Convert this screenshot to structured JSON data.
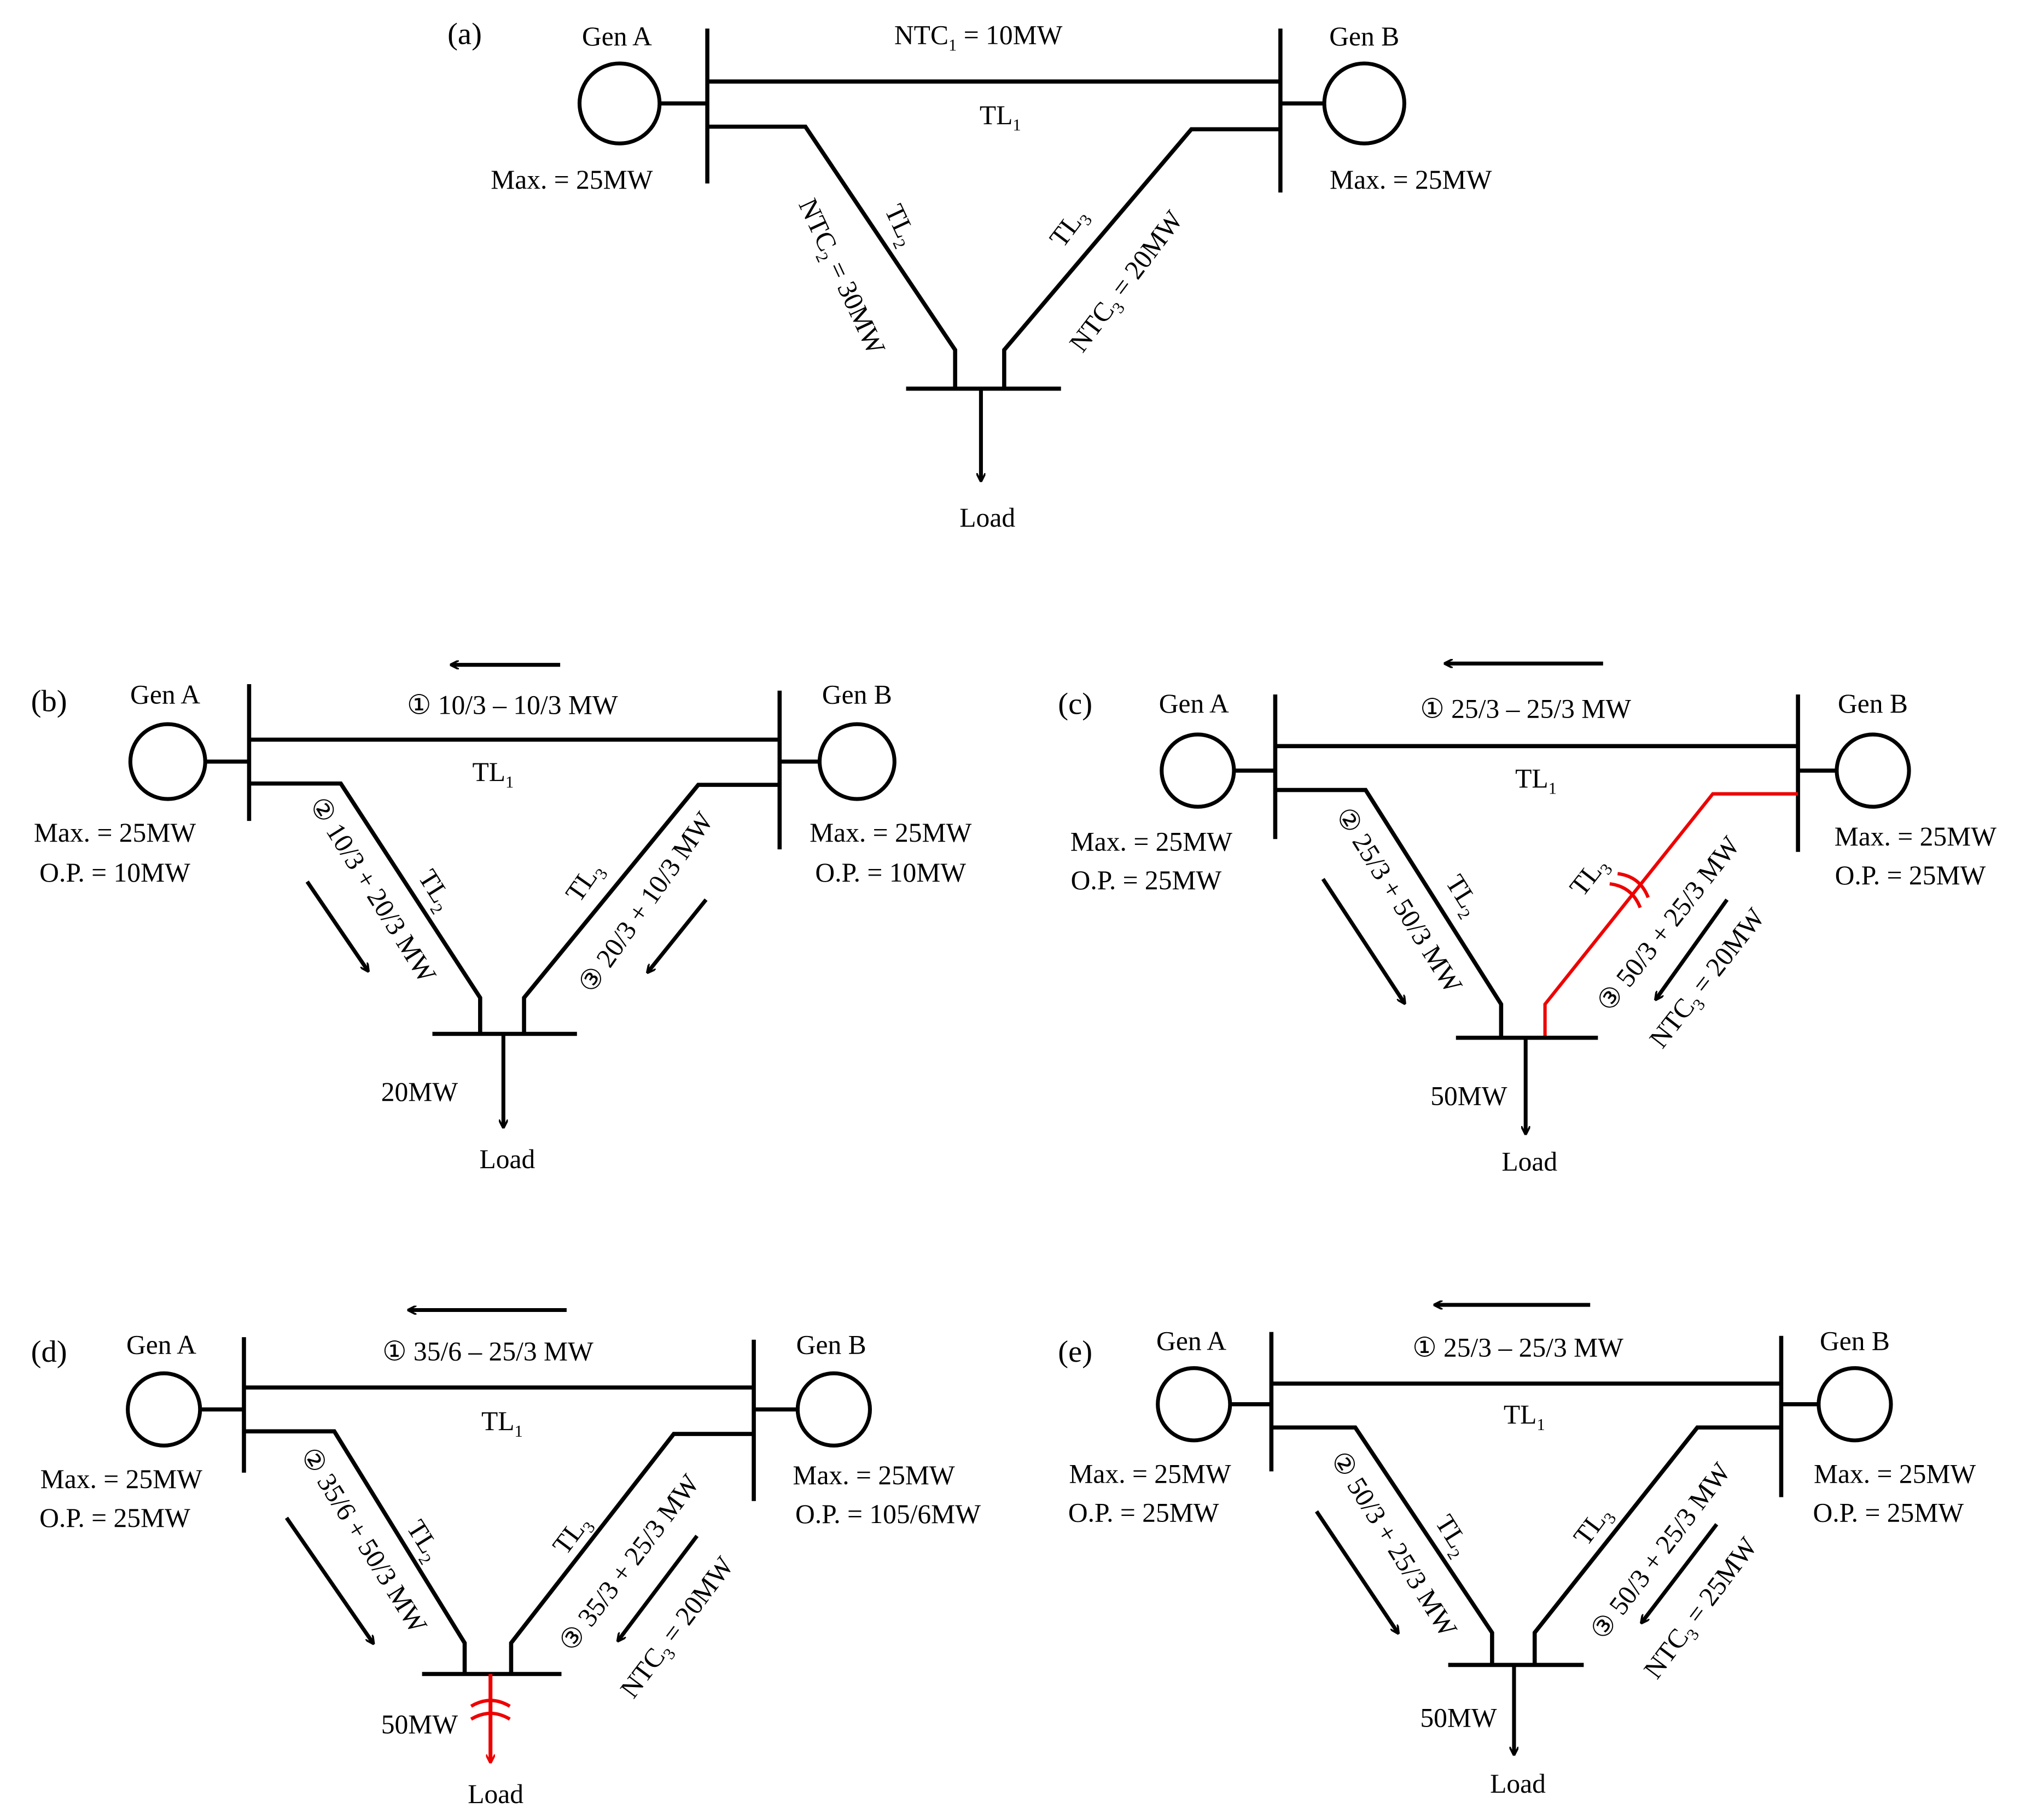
{
  "colors": {
    "line": "#000000",
    "congested": "#ee0000",
    "updated_ntc": "#0077cc"
  },
  "panels": [
    {
      "id": "a",
      "label": "(a)",
      "gen_a": {
        "name": "Gen A",
        "max": "Max. = 25MW"
      },
      "gen_b": {
        "name": "Gen B",
        "max": "Max. = 25MW"
      },
      "tl1": {
        "name": "TL",
        "sub": "1",
        "ntc_pre": "NTC",
        "ntc_sub": "1",
        "ntc_post": " = 10MW"
      },
      "tl2": {
        "name": "TL",
        "sub": "2",
        "ntc_pre": "NTC",
        "ntc_sub": "2",
        "ntc_post": " = 30MW"
      },
      "tl3": {
        "name": "TL",
        "sub": "3",
        "ntc_pre": "NTC",
        "ntc_sub": "3",
        "ntc_post": " = 20MW"
      },
      "load": {
        "name": "Load"
      }
    },
    {
      "id": "b",
      "label": "(b)",
      "gen_a": {
        "name": "Gen A",
        "max": "Max. = 25MW",
        "op": "O.P. = 10MW"
      },
      "gen_b": {
        "name": "Gen B",
        "max": "Max. = 25MW",
        "op": "O.P. = 10MW"
      },
      "tl1": {
        "name": "TL",
        "sub": "1",
        "flow": "① 10/3 – 10/3 MW"
      },
      "tl2": {
        "name": "TL",
        "sub": "2",
        "flow": "② 10/3 + 20/3 MW"
      },
      "tl3": {
        "name": "TL",
        "sub": "3",
        "flow": "③ 20/3 + 10/3 MW"
      },
      "load": {
        "name": "Load",
        "value": "20MW"
      }
    },
    {
      "id": "c",
      "label": "(c)",
      "gen_a": {
        "name": "Gen A",
        "max": "Max. = 25MW",
        "op": "O.P. = 25MW"
      },
      "gen_b": {
        "name": "Gen B",
        "max": "Max. = 25MW",
        "op": "O.P. = 25MW"
      },
      "tl1": {
        "name": "TL",
        "sub": "1",
        "flow": "① 25/3 – 25/3 MW"
      },
      "tl2": {
        "name": "TL",
        "sub": "2",
        "flow": "② 25/3 + 50/3 MW"
      },
      "tl3": {
        "name": "TL",
        "sub": "3",
        "flow": "③ 50/3 + 25/3 MW",
        "ntc_pre": "NTC",
        "ntc_sub": "3",
        "ntc_post": " = 20MW",
        "congested": true
      },
      "load": {
        "name": "Load",
        "value": "50MW"
      }
    },
    {
      "id": "d",
      "label": "(d)",
      "gen_a": {
        "name": "Gen A",
        "max": "Max. = 25MW",
        "op": "O.P. = 25MW"
      },
      "gen_b": {
        "name": "Gen B",
        "max": "Max. = 25MW",
        "op": "O.P. = 105/6MW"
      },
      "tl1": {
        "name": "TL",
        "sub": "1",
        "flow": "① 35/6 – 25/3 MW"
      },
      "tl2": {
        "name": "TL",
        "sub": "2",
        "flow": "② 35/6 + 50/3 MW"
      },
      "tl3": {
        "name": "TL",
        "sub": "3",
        "flow": "③ 35/3 + 25/3 MW",
        "ntc_pre": "NTC",
        "ntc_sub": "3",
        "ntc_post": " = 20MW"
      },
      "load": {
        "name": "Load",
        "value": "50MW",
        "curtailed": true
      }
    },
    {
      "id": "e",
      "label": "(e)",
      "gen_a": {
        "name": "Gen A",
        "max": "Max. = 25MW",
        "op": "O.P. = 25MW"
      },
      "gen_b": {
        "name": "Gen B",
        "max": "Max. = 25MW",
        "op": "O.P. = 25MW"
      },
      "tl1": {
        "name": "TL",
        "sub": "1",
        "flow": "① 25/3 – 25/3 MW"
      },
      "tl2": {
        "name": "TL",
        "sub": "2",
        "flow": "② 50/3 + 25/3 MW"
      },
      "tl3": {
        "name": "TL",
        "sub": "3",
        "flow": "③ 50/3 + 25/3 MW",
        "ntc_pre": "NTC",
        "ntc_sub": "3",
        "ntc_post": " = 25MW",
        "ntc_highlight": true
      },
      "load": {
        "name": "Load",
        "value": "50MW"
      }
    }
  ]
}
